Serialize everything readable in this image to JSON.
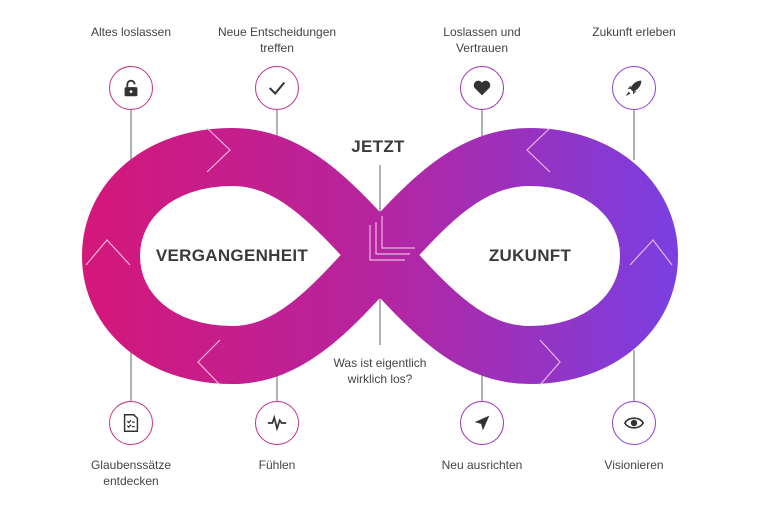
{
  "center": {
    "title": "JETZT",
    "question": "Was ist eigentlich wirklich los?"
  },
  "loops": {
    "left": "VERGANGENHEIT",
    "right": "ZUKUNFT"
  },
  "top_steps": [
    {
      "label": "Altes loslassen",
      "icon": "lock-icon"
    },
    {
      "label": "Neue Entscheidungen treffen",
      "icon": "check-icon"
    },
    {
      "label": "Loslassen und Vertrauen",
      "icon": "heart-icon"
    },
    {
      "label": "Zukunft erleben",
      "icon": "rocket-icon"
    }
  ],
  "bottom_steps": [
    {
      "label": "Glaubenssätze entdecken",
      "icon": "checklist-icon"
    },
    {
      "label": "Fühlen",
      "icon": "pulse-icon"
    },
    {
      "label": "Neu ausrichten",
      "icon": "navigation-arrow-icon"
    },
    {
      "label": "Visionieren",
      "icon": "eye-icon"
    }
  ],
  "colors": {
    "left": "#d4177a",
    "mid": "#b5259f",
    "right": "#7b3fe0",
    "text": "#3a3a3a"
  }
}
